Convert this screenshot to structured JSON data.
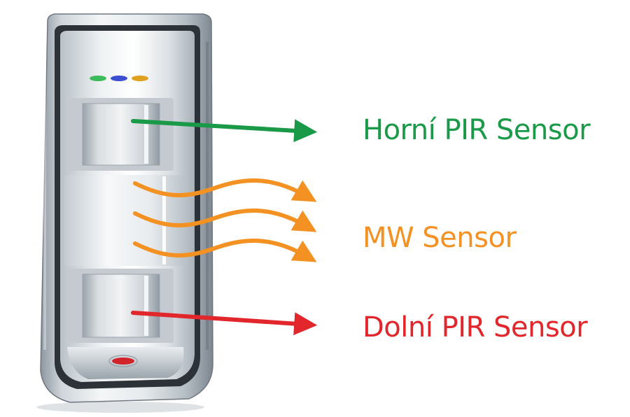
{
  "labels": {
    "upper_pir": "Horní PIR Sensor",
    "mw": "MW Sensor",
    "lower_pir": "Dolní PIR Sensor"
  },
  "colors": {
    "upper_pir": "#1a9a48",
    "mw": "#f39223",
    "lower_pir": "#e1262c",
    "led_green": "#3dba5a",
    "led_blue": "#3b4fd0",
    "led_amber": "#e0a020",
    "led_red": "#d2232a"
  },
  "icons": {
    "device": "motion-detector-icon",
    "upper_arrow": "arrow-right-icon",
    "mw_waves": "wave-arrow-icon",
    "lower_arrow": "arrow-right-icon"
  }
}
